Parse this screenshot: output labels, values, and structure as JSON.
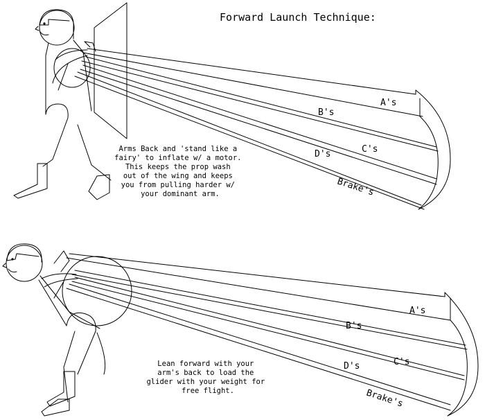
{
  "title": "Forward Launch Technique:",
  "panels": [
    {
      "labels": {
        "a": "A's",
        "b": "B's",
        "c": "C's",
        "d": "D's",
        "brakes": "Brake's"
      },
      "caption": [
        "Arms Back and 'stand like a",
        "fairy' to inflate w/ a motor.",
        "This keeps the prop wash",
        "out of the wing and keeps",
        "you from pulling harder w/",
        "your dominant arm."
      ]
    },
    {
      "labels": {
        "a": "A's",
        "b": "B's",
        "c": "C's",
        "d": "D's",
        "brakes": "Brake's"
      },
      "caption": [
        "Lean forward with your",
        "arm's back to load the",
        "glider with your weight for",
        "free flight."
      ]
    }
  ]
}
